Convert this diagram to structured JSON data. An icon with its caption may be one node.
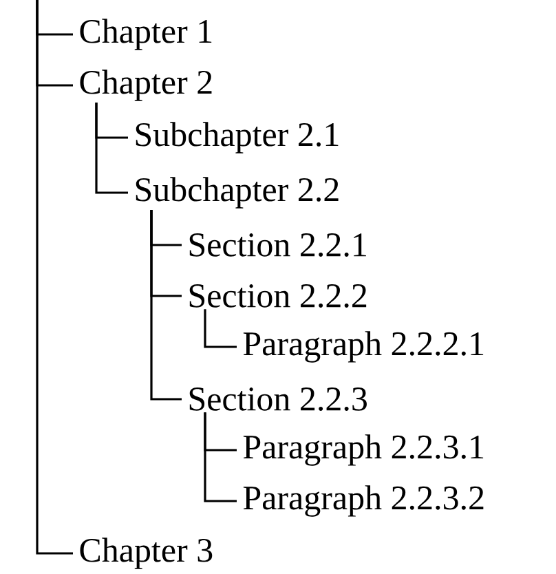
{
  "diagram": {
    "nodes": [
      {
        "text": [
          "Chapter 1"
        ]
      },
      {
        "text": [
          "Chapter 2"
        ]
      },
      {
        "text": [
          "Subchapter 2.1"
        ]
      },
      {
        "text": [
          "Subchapter 2.2"
        ]
      },
      {
        "text": [
          "Section 2.2.1"
        ]
      },
      {
        "text": [
          "Section 2.2.2"
        ]
      },
      {
        "text": [
          "Paragraph 2.2.2.1"
        ]
      },
      {
        "text": [
          "Section 2.2.3"
        ]
      },
      {
        "text": [
          "Paragraph 2.2.3.1"
        ]
      },
      {
        "text": [
          "Paragraph 2.2.3.2"
        ]
      },
      {
        "text": [
          "Chapter 3"
        ]
      }
    ],
    "edges": [
      {
        "from": null,
        "to": 0,
        "arrow": "none"
      },
      {
        "from": null,
        "to": 1,
        "arrow": "none"
      },
      {
        "from": 1,
        "to": 2,
        "arrow": "none"
      },
      {
        "from": 1,
        "to": 3,
        "arrow": "none"
      },
      {
        "from": 3,
        "to": 4,
        "arrow": "none"
      },
      {
        "from": 3,
        "to": 5,
        "arrow": "none"
      },
      {
        "from": 5,
        "to": 6,
        "arrow": "none"
      },
      {
        "from": 3,
        "to": 7,
        "arrow": "none"
      },
      {
        "from": 7,
        "to": 8,
        "arrow": "none"
      },
      {
        "from": 7,
        "to": 9,
        "arrow": "none"
      },
      {
        "from": null,
        "to": 10,
        "arrow": "none"
      }
    ]
  }
}
